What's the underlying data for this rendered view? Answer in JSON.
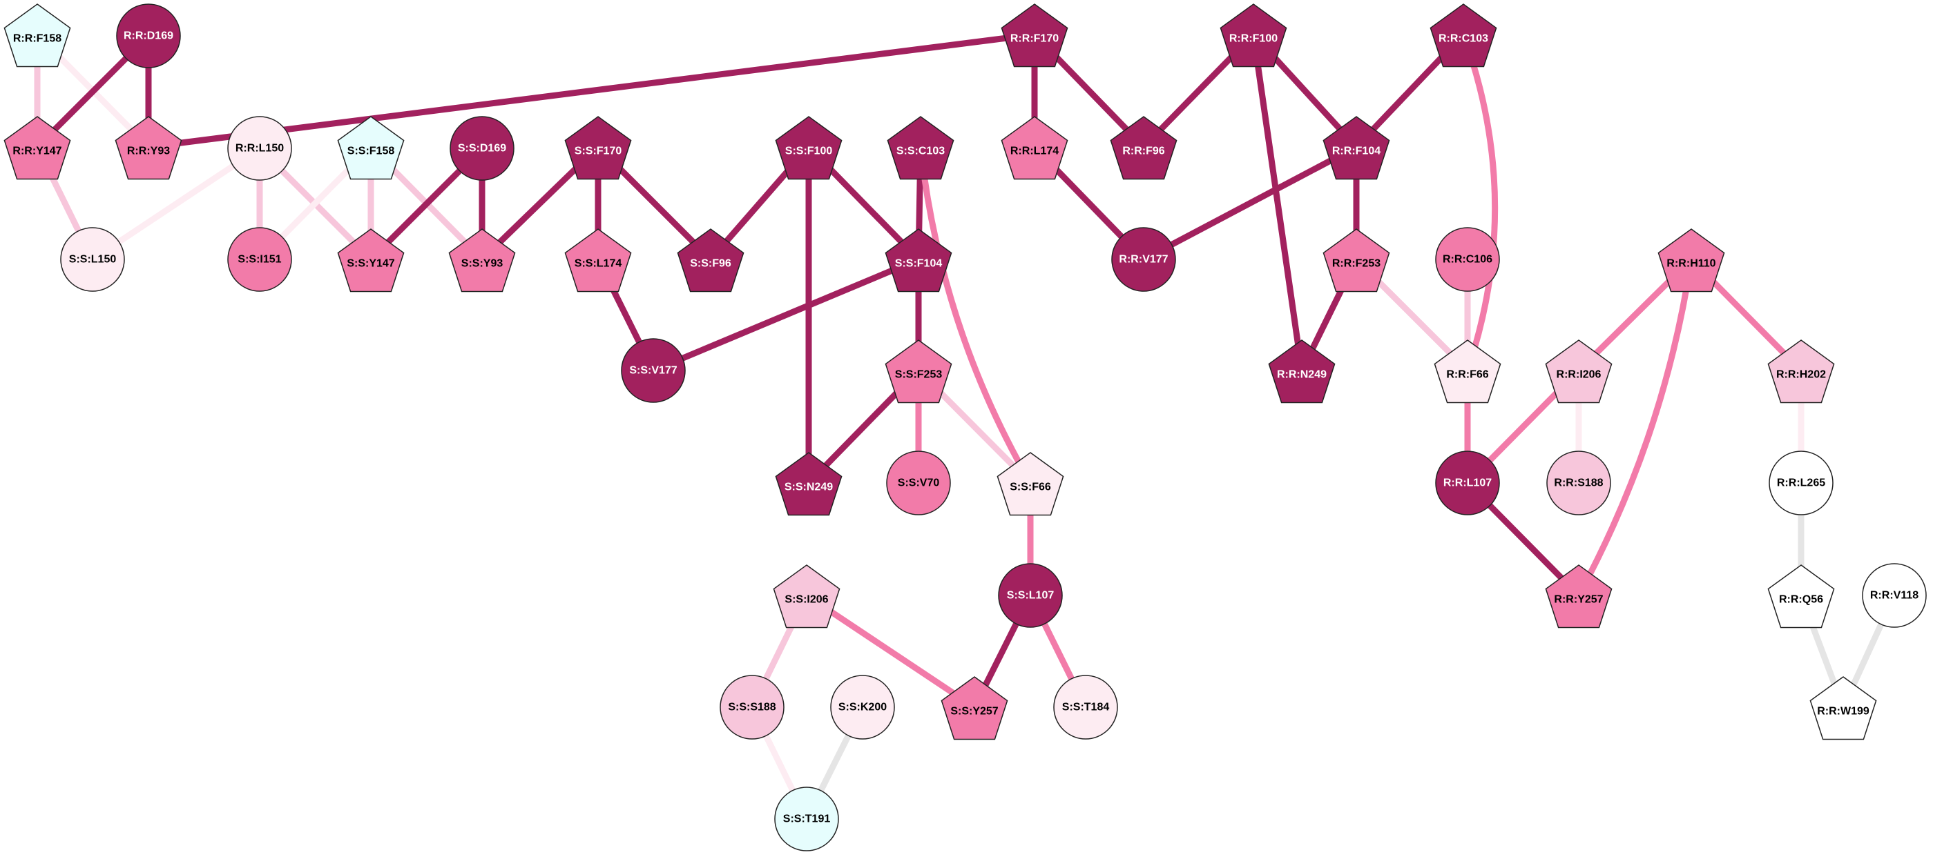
{
  "colors": {
    "dark": "#a2215e",
    "medium": "#f27ba9",
    "light": "#f7c6db",
    "pale": "#fdecf2",
    "cyan": "#e6fdfd",
    "white": "#ffffff",
    "gray": "#e5e5e5",
    "label_on_dark": "#ffffff",
    "label_on_light": "#000000",
    "outline": "#222222"
  },
  "nodes": [
    {
      "id": "R:R:F158",
      "label": "R:R:F158",
      "shape": "pentagon",
      "fill": "cyan"
    },
    {
      "id": "R:R:D169",
      "label": "R:R:D169",
      "shape": "circle",
      "fill": "dark"
    },
    {
      "id": "R:R:Y147",
      "label": "R:R:Y147",
      "shape": "pentagon",
      "fill": "medium"
    },
    {
      "id": "R:R:Y93",
      "label": "R:R:Y93",
      "shape": "pentagon",
      "fill": "medium"
    },
    {
      "id": "R:R:L150",
      "label": "R:R:L150",
      "shape": "circle",
      "fill": "pale"
    },
    {
      "id": "S:S:F158",
      "label": "S:S:F158",
      "shape": "pentagon",
      "fill": "cyan"
    },
    {
      "id": "S:S:D169",
      "label": "S:S:D169",
      "shape": "circle",
      "fill": "dark"
    },
    {
      "id": "S:S:L150",
      "label": "S:S:L150",
      "shape": "circle",
      "fill": "pale"
    },
    {
      "id": "S:S:I151",
      "label": "S:S:I151",
      "shape": "circle",
      "fill": "medium"
    },
    {
      "id": "S:S:Y147",
      "label": "S:S:Y147",
      "shape": "pentagon",
      "fill": "medium"
    },
    {
      "id": "S:S:Y93",
      "label": "S:S:Y93",
      "shape": "pentagon",
      "fill": "medium"
    },
    {
      "id": "S:S:F170",
      "label": "S:S:F170",
      "shape": "pentagon",
      "fill": "dark"
    },
    {
      "id": "S:S:L174",
      "label": "S:S:L174",
      "shape": "pentagon",
      "fill": "medium"
    },
    {
      "id": "S:S:F100",
      "label": "S:S:F100",
      "shape": "pentagon",
      "fill": "dark"
    },
    {
      "id": "S:S:F96",
      "label": "S:S:F96",
      "shape": "pentagon",
      "fill": "dark"
    },
    {
      "id": "S:S:C103",
      "label": "S:S:C103",
      "shape": "pentagon",
      "fill": "dark"
    },
    {
      "id": "S:S:F104",
      "label": "S:S:F104",
      "shape": "pentagon",
      "fill": "dark"
    },
    {
      "id": "S:S:V177",
      "label": "S:S:V177",
      "shape": "circle",
      "fill": "dark"
    },
    {
      "id": "S:S:F253",
      "label": "S:S:F253",
      "shape": "pentagon",
      "fill": "medium"
    },
    {
      "id": "S:S:N249",
      "label": "S:S:N249",
      "shape": "pentagon",
      "fill": "dark"
    },
    {
      "id": "S:S:V70",
      "label": "S:S:V70",
      "shape": "circle",
      "fill": "medium"
    },
    {
      "id": "S:S:F66",
      "label": "S:S:F66",
      "shape": "pentagon",
      "fill": "pale"
    },
    {
      "id": "S:S:L107",
      "label": "S:S:L107",
      "shape": "circle",
      "fill": "dark"
    },
    {
      "id": "S:S:I206",
      "label": "S:S:I206",
      "shape": "pentagon",
      "fill": "light"
    },
    {
      "id": "S:S:Y257",
      "label": "S:S:Y257",
      "shape": "pentagon",
      "fill": "medium"
    },
    {
      "id": "S:S:T184",
      "label": "S:S:T184",
      "shape": "circle",
      "fill": "pale"
    },
    {
      "id": "S:S:S188",
      "label": "S:S:S188",
      "shape": "circle",
      "fill": "light"
    },
    {
      "id": "S:S:K200",
      "label": "S:S:K200",
      "shape": "circle",
      "fill": "pale"
    },
    {
      "id": "S:S:T191",
      "label": "S:S:T191",
      "shape": "circle",
      "fill": "cyan"
    },
    {
      "id": "R:R:F170",
      "label": "R:R:F170",
      "shape": "pentagon",
      "fill": "dark"
    },
    {
      "id": "R:R:L174",
      "label": "R:R:L174",
      "shape": "pentagon",
      "fill": "medium"
    },
    {
      "id": "R:R:F96",
      "label": "R:R:F96",
      "shape": "pentagon",
      "fill": "dark"
    },
    {
      "id": "R:R:F100",
      "label": "R:R:F100",
      "shape": "pentagon",
      "fill": "dark"
    },
    {
      "id": "R:R:F104",
      "label": "R:R:F104",
      "shape": "pentagon",
      "fill": "dark"
    },
    {
      "id": "R:R:C103",
      "label": "R:R:C103",
      "shape": "pentagon",
      "fill": "dark"
    },
    {
      "id": "R:R:V177",
      "label": "R:R:V177",
      "shape": "circle",
      "fill": "dark"
    },
    {
      "id": "R:R:F253",
      "label": "R:R:F253",
      "shape": "pentagon",
      "fill": "medium"
    },
    {
      "id": "R:R:N249",
      "label": "R:R:N249",
      "shape": "pentagon",
      "fill": "dark"
    },
    {
      "id": "R:R:C106",
      "label": "R:R:C106",
      "shape": "circle",
      "fill": "medium"
    },
    {
      "id": "R:R:F66",
      "label": "R:R:F66",
      "shape": "pentagon",
      "fill": "pale"
    },
    {
      "id": "R:R:L107",
      "label": "R:R:L107",
      "shape": "circle",
      "fill": "dark"
    },
    {
      "id": "R:R:I206",
      "label": "R:R:I206",
      "shape": "pentagon",
      "fill": "light"
    },
    {
      "id": "R:R:S188",
      "label": "R:R:S188",
      "shape": "circle",
      "fill": "light"
    },
    {
      "id": "R:R:Y257",
      "label": "R:R:Y257",
      "shape": "pentagon",
      "fill": "medium"
    },
    {
      "id": "R:R:H110",
      "label": "R:R:H110",
      "shape": "pentagon",
      "fill": "medium"
    },
    {
      "id": "R:R:H202",
      "label": "R:R:H202",
      "shape": "pentagon",
      "fill": "light"
    },
    {
      "id": "R:R:L265",
      "label": "R:R:L265",
      "shape": "circle",
      "fill": "white"
    },
    {
      "id": "R:R:Q56",
      "label": "R:R:Q56",
      "shape": "pentagon",
      "fill": "white"
    },
    {
      "id": "R:R:V118",
      "label": "R:R:V118",
      "shape": "circle",
      "fill": "white"
    },
    {
      "id": "R:R:W199",
      "label": "R:R:W199",
      "shape": "pentagon",
      "fill": "white"
    }
  ],
  "edges": [
    {
      "from": "R:R:F158",
      "to": "R:R:Y147",
      "color": "light"
    },
    {
      "from": "R:R:F158",
      "to": "R:R:Y93",
      "color": "pale"
    },
    {
      "from": "R:R:D169",
      "to": "R:R:Y147",
      "color": "dark"
    },
    {
      "from": "R:R:D169",
      "to": "R:R:Y93",
      "color": "dark"
    },
    {
      "from": "R:R:Y93",
      "to": "R:R:F170",
      "color": "dark"
    },
    {
      "from": "R:R:Y147",
      "to": "S:S:L150",
      "color": "light"
    },
    {
      "from": "R:R:L150",
      "to": "S:S:L150",
      "color": "pale"
    },
    {
      "from": "R:R:L150",
      "to": "S:S:I151",
      "color": "light"
    },
    {
      "from": "R:R:L150",
      "to": "S:S:Y147",
      "color": "light"
    },
    {
      "from": "S:S:F158",
      "to": "S:S:Y147",
      "color": "light"
    },
    {
      "from": "S:S:F158",
      "to": "S:S:Y93",
      "color": "light"
    },
    {
      "from": "S:S:F158",
      "to": "S:S:I151",
      "color": "pale"
    },
    {
      "from": "S:S:D169",
      "to": "S:S:Y147",
      "color": "dark"
    },
    {
      "from": "S:S:D169",
      "to": "S:S:Y93",
      "color": "dark"
    },
    {
      "from": "S:S:F170",
      "to": "S:S:Y93",
      "color": "dark"
    },
    {
      "from": "S:S:F170",
      "to": "S:S:L174",
      "color": "dark"
    },
    {
      "from": "S:S:F170",
      "to": "S:S:F96",
      "color": "dark"
    },
    {
      "from": "S:S:F100",
      "to": "S:S:F96",
      "color": "dark"
    },
    {
      "from": "S:S:F100",
      "to": "S:S:F104",
      "color": "dark"
    },
    {
      "from": "S:S:F100",
      "to": "S:S:N249",
      "color": "dark"
    },
    {
      "from": "S:S:C103",
      "to": "S:S:F104",
      "color": "dark"
    },
    {
      "from": "S:S:C103",
      "to": "S:S:F66",
      "color": "medium",
      "curve": 30
    },
    {
      "from": "S:S:L174",
      "to": "S:S:V177",
      "color": "dark"
    },
    {
      "from": "S:S:F104",
      "to": "S:S:V177",
      "color": "dark"
    },
    {
      "from": "S:S:F104",
      "to": "S:S:F253",
      "color": "dark"
    },
    {
      "from": "S:S:F253",
      "to": "S:S:N249",
      "color": "dark"
    },
    {
      "from": "S:S:F253",
      "to": "S:S:V70",
      "color": "medium"
    },
    {
      "from": "S:S:F253",
      "to": "S:S:F66",
      "color": "light"
    },
    {
      "from": "S:S:F66",
      "to": "S:S:L107",
      "color": "medium"
    },
    {
      "from": "S:S:L107",
      "to": "S:S:Y257",
      "color": "dark"
    },
    {
      "from": "S:S:L107",
      "to": "S:S:T184",
      "color": "medium"
    },
    {
      "from": "S:S:I206",
      "to": "S:S:Y257",
      "color": "medium"
    },
    {
      "from": "S:S:I206",
      "to": "S:S:S188",
      "color": "light"
    },
    {
      "from": "S:S:S188",
      "to": "S:S:T191",
      "color": "pale"
    },
    {
      "from": "S:S:K200",
      "to": "S:S:T191",
      "color": "gray"
    },
    {
      "from": "R:R:F170",
      "to": "R:R:L174",
      "color": "dark"
    },
    {
      "from": "R:R:F170",
      "to": "R:R:F96",
      "color": "dark"
    },
    {
      "from": "R:R:F100",
      "to": "R:R:F96",
      "color": "dark"
    },
    {
      "from": "R:R:F100",
      "to": "R:R:F104",
      "color": "dark"
    },
    {
      "from": "R:R:F100",
      "to": "R:R:N249",
      "color": "dark"
    },
    {
      "from": "R:R:C103",
      "to": "R:R:F104",
      "color": "dark"
    },
    {
      "from": "R:R:C103",
      "to": "R:R:F66",
      "color": "medium",
      "curve": -50
    },
    {
      "from": "R:R:L174",
      "to": "R:R:V177",
      "color": "dark"
    },
    {
      "from": "R:R:F104",
      "to": "R:R:V177",
      "color": "dark"
    },
    {
      "from": "R:R:F104",
      "to": "R:R:F253",
      "color": "dark"
    },
    {
      "from": "R:R:F253",
      "to": "R:R:N249",
      "color": "dark"
    },
    {
      "from": "R:R:F253",
      "to": "R:R:F66",
      "color": "light"
    },
    {
      "from": "R:R:C106",
      "to": "R:R:F66",
      "color": "light"
    },
    {
      "from": "R:R:F66",
      "to": "R:R:L107",
      "color": "medium"
    },
    {
      "from": "R:R:L107",
      "to": "R:R:Y257",
      "color": "dark"
    },
    {
      "from": "R:R:I206",
      "to": "R:R:L107",
      "color": "medium"
    },
    {
      "from": "R:R:I206",
      "to": "R:R:S188",
      "color": "pale"
    },
    {
      "from": "R:R:H110",
      "to": "R:R:I206",
      "color": "medium"
    },
    {
      "from": "R:R:H110",
      "to": "R:R:H202",
      "color": "medium"
    },
    {
      "from": "R:R:H110",
      "to": "R:R:Y257",
      "color": "medium",
      "curve": -25
    },
    {
      "from": "R:R:H202",
      "to": "R:R:L265",
      "color": "pale"
    },
    {
      "from": "R:R:L265",
      "to": "R:R:Q56",
      "color": "gray"
    },
    {
      "from": "R:R:Q56",
      "to": "R:R:W199",
      "color": "gray"
    },
    {
      "from": "R:R:V118",
      "to": "R:R:W199",
      "color": "gray"
    }
  ]
}
